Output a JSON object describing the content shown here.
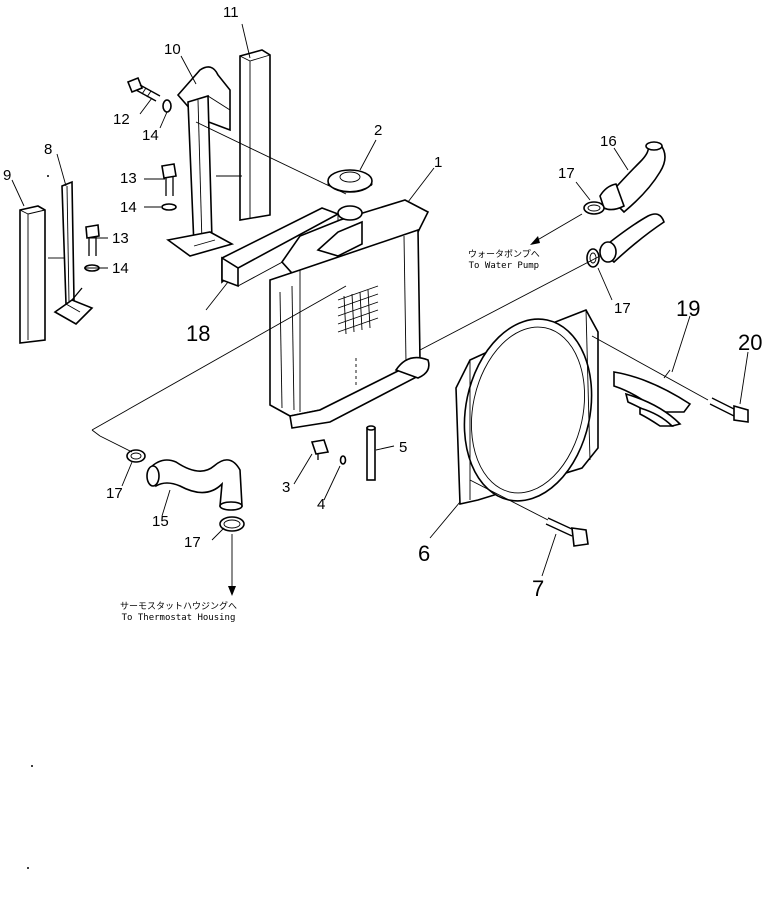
{
  "callouts": {
    "c1": "1",
    "c2": "2",
    "c3": "3",
    "c4": "4",
    "c5": "5",
    "c6": "6",
    "c7": "7",
    "c8": "8",
    "c9": "9",
    "c10": "10",
    "c11": "11",
    "c12": "12",
    "c13a": "13",
    "c13b": "13",
    "c14a": "14",
    "c14b": "14",
    "c14c": "14",
    "c15": "15",
    "c16": "16",
    "c17a": "17",
    "c17b": "17",
    "c17c": "17",
    "c17d": "17",
    "c18": "18",
    "c19": "19",
    "c20": "20"
  },
  "notes": {
    "water_pump_jp": "ウォータポンプへ",
    "water_pump_en": "To Water Pump",
    "thermostat_jp": "サーモスタットハウジングへ",
    "thermostat_en": "To Thermostat Housing"
  }
}
